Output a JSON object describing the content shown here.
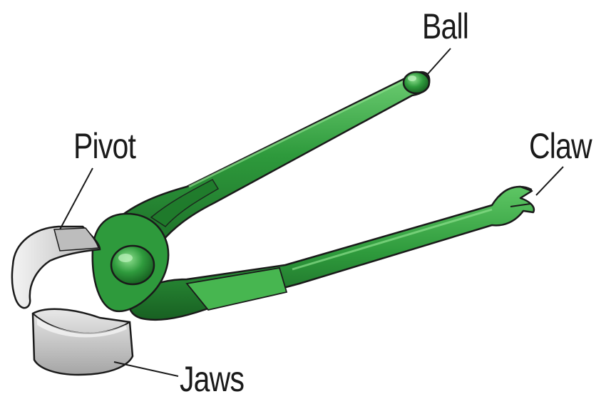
{
  "diagram": {
    "labels": {
      "ball": "Ball",
      "pivot": "Pivot",
      "claw": "Claw",
      "jaws": "Jaws"
    },
    "colors": {
      "handle": "#2e9a3c",
      "handle_dark": "#1b6b26",
      "handle_light": "#7ccf7f",
      "jaw_metal": "#d8d8d8",
      "jaw_shadow": "#9a9a9a",
      "outline": "#1a1a1a"
    },
    "icon": "pincer-pliers-illustration"
  }
}
